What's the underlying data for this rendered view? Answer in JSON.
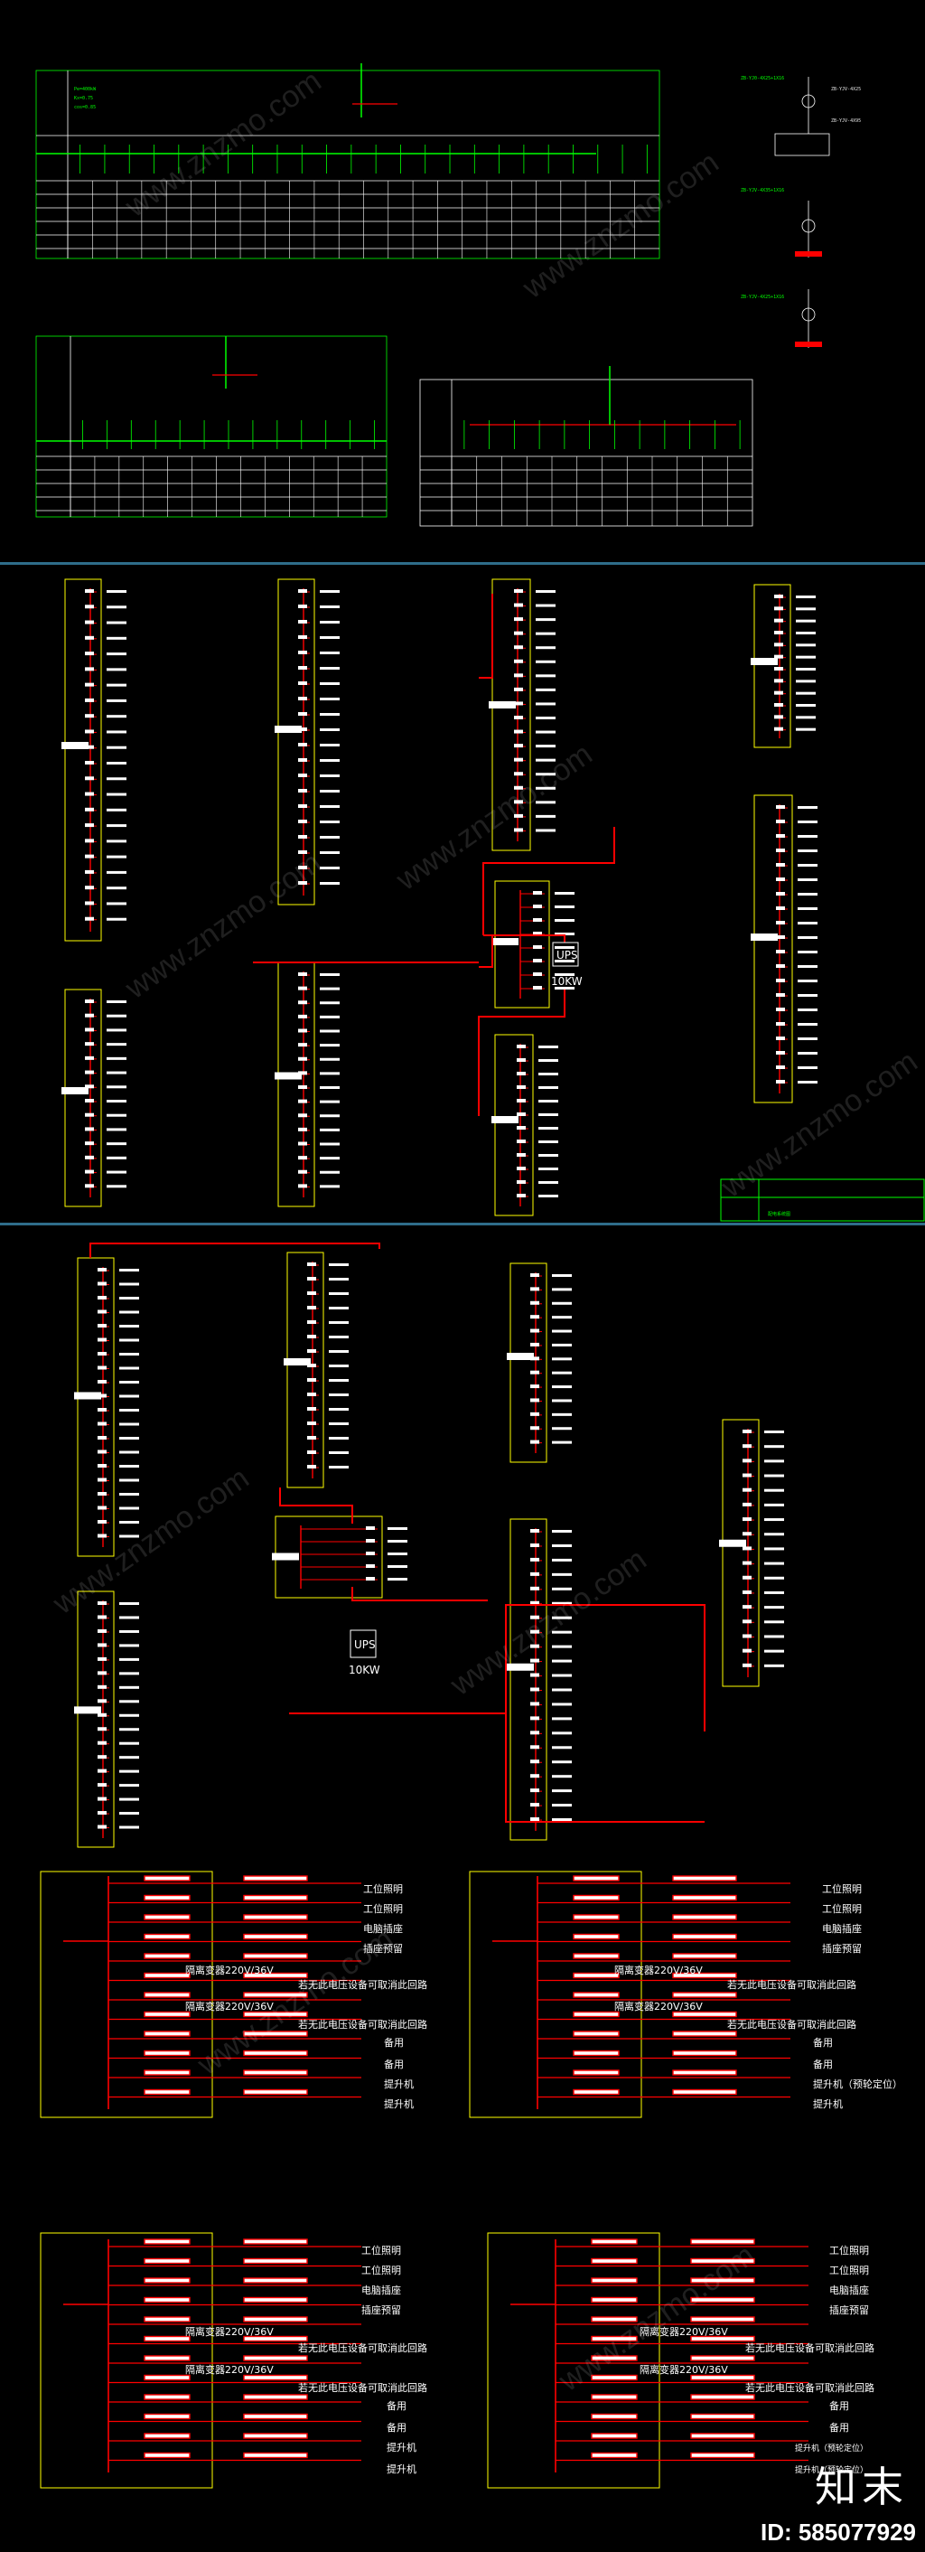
{
  "sheets": {
    "sheet3": {
      "ups_label": "UPS",
      "ups_power": "10KW"
    },
    "sheet4": {
      "ups_label": "UPS",
      "ups_power": "10KW"
    },
    "sheet5": {
      "panels": [
        {
          "loads": [
            "工位照明",
            "工位照明",
            "电脑插座",
            "插座预留",
            "若无此电压设备可取消此回路",
            "若无此电压设备可取消此回路",
            "备用",
            "备用",
            "提升机",
            "提升机"
          ],
          "transformers": [
            "隔离变器220V/36V",
            "隔离变器220V/36V"
          ]
        },
        {
          "loads": [
            "工位照明",
            "工位照明",
            "电脑插座",
            "插座预留",
            "若无此电压设备可取消此回路",
            "若无此电压设备可取消此回路",
            "备用",
            "备用",
            "提升机（预轮定位）",
            "提升机"
          ],
          "transformers": [
            "隔离变器220V/36V",
            "隔离变器220V/36V"
          ]
        }
      ]
    },
    "sheet6": {
      "panels": [
        {
          "loads": [
            "工位照明",
            "工位照明",
            "电脑插座",
            "插座预留",
            "若无此电压设备可取消此回路",
            "若无此电压设备可取消此回路",
            "备用",
            "备用",
            "提升机",
            "提升机"
          ],
          "transformers": [
            "隔离变器220V/36V",
            "隔离变器220V/36V"
          ]
        },
        {
          "loads": [
            "工位照明",
            "工位照明",
            "电脑插座",
            "插座预留",
            "若无此电压设备可取消此回路",
            "若无此电压设备可取消此回路",
            "备用",
            "备用",
            "提升机（预轮定位）",
            "提升机（预轮定位）"
          ],
          "transformers": [
            "隔离变器220V/36V",
            "隔离变器220V/36V"
          ]
        }
      ]
    }
  },
  "brand": {
    "logo_text": "知末",
    "id_text": "ID: 585077929"
  },
  "colors": {
    "background": "#000000",
    "line": "#ff0000",
    "frame": "#ffff00",
    "title_frame": "#00ff00",
    "text": "#ffffff"
  }
}
